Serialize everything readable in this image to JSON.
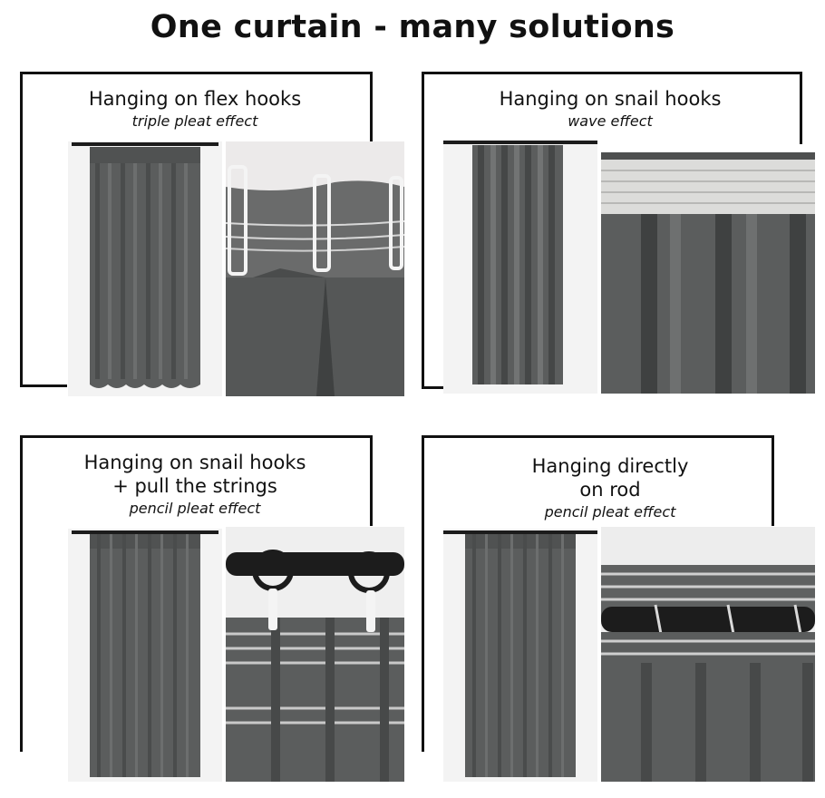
{
  "page": {
    "title": "One curtain - many solutions"
  },
  "panels": [
    {
      "heading": "Hanging on flex hooks",
      "subheading": "triple pleat effect"
    },
    {
      "heading": "Hanging on snail hooks",
      "subheading": "wave effect"
    },
    {
      "heading_line1": "Hanging on snail hooks",
      "heading_line2": "+ pull the strings",
      "subheading": "pencil pleat effect"
    },
    {
      "heading_line1": "Hanging directly",
      "heading_line2": "on rod",
      "subheading": "pencil pleat effect"
    }
  ],
  "colors": {
    "curtain": "#5b5d5d",
    "curtain_dark": "#3f4141",
    "curtain_light": "#767878",
    "frame": "#111111",
    "rod": "#1c1c1c"
  }
}
